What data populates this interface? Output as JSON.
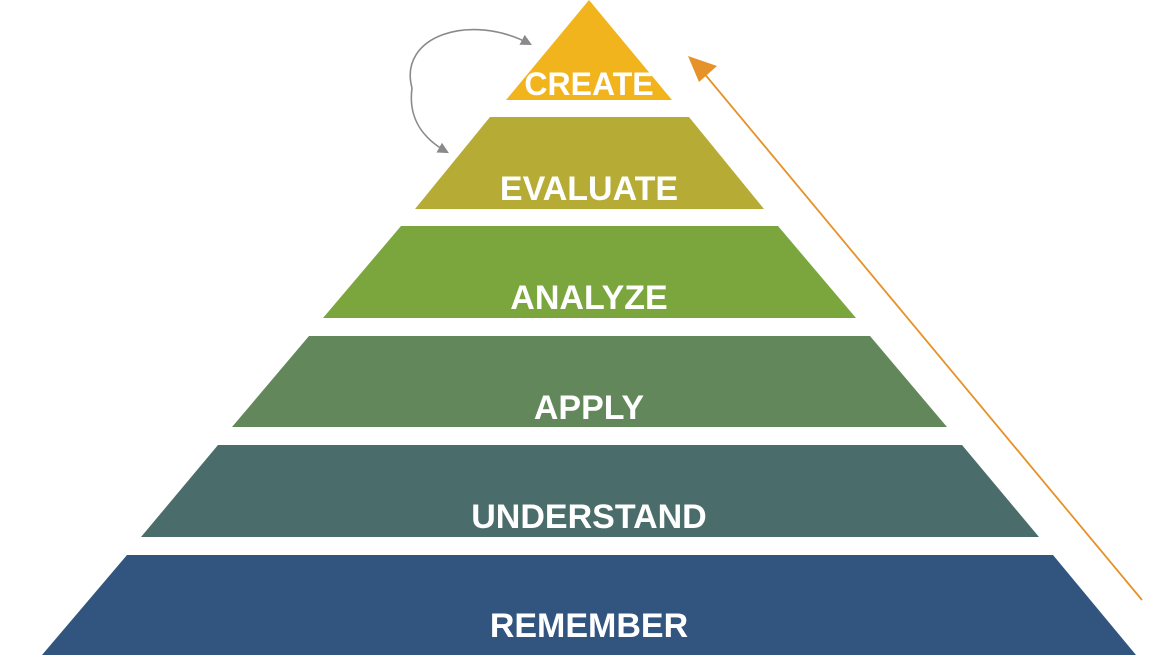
{
  "diagram": {
    "tiers": [
      {
        "id": "create",
        "label": "CREATE",
        "color": "#F2B41C"
      },
      {
        "id": "evaluate",
        "label": "EVALUATE",
        "color": "#B6AC35"
      },
      {
        "id": "analyze",
        "label": "ANALYZE",
        "color": "#7BA63E"
      },
      {
        "id": "apply",
        "label": "APPLY",
        "color": "#62875A"
      },
      {
        "id": "understand",
        "label": "UNDERSTAND",
        "color": "#4A6D6B"
      },
      {
        "id": "remember",
        "label": "REMEMBER",
        "color": "#31557F"
      }
    ],
    "progress_arrow_color": "#E6922A",
    "loop_arrow_color": "#8A8A8A"
  }
}
